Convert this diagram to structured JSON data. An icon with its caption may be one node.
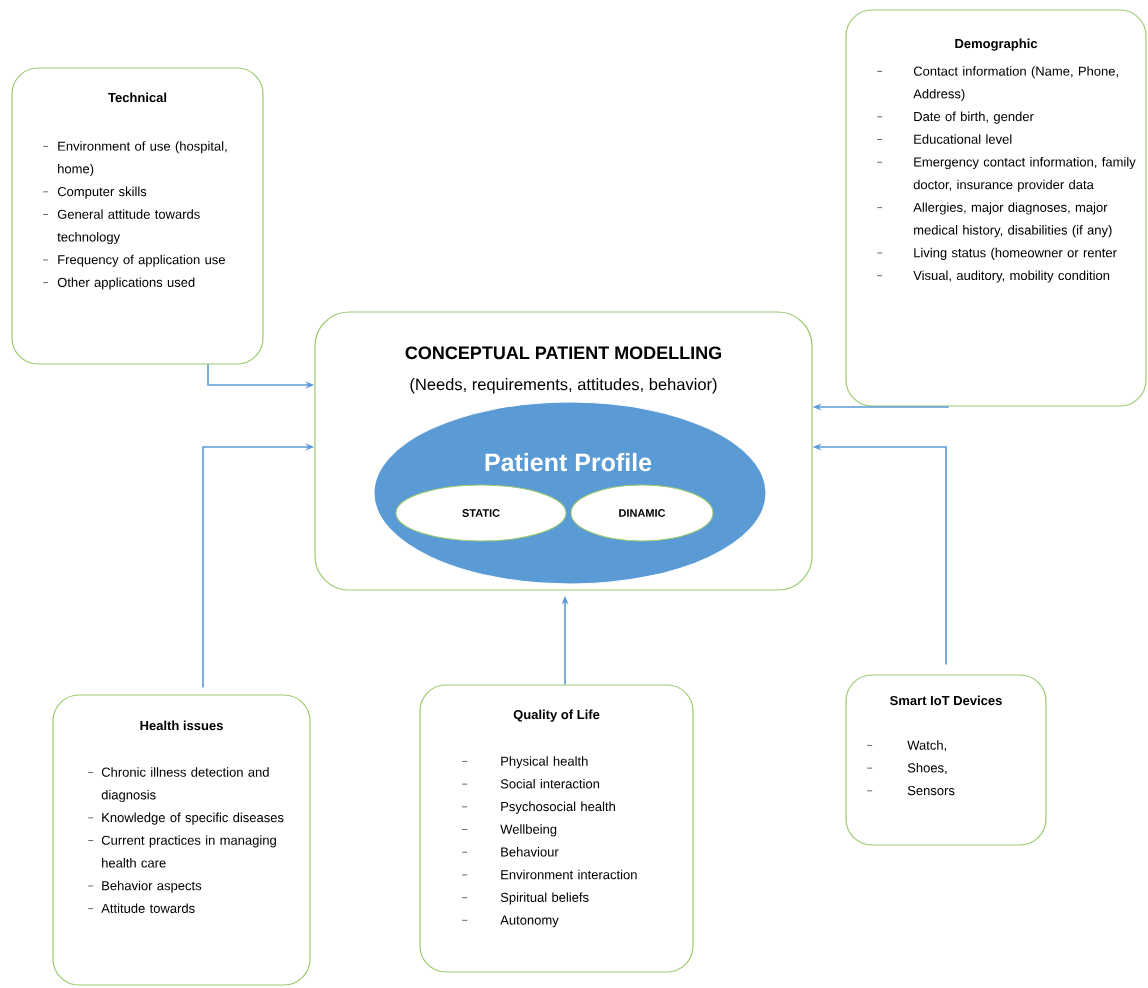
{
  "diagram": {
    "nodes": [
      {
        "text": [
          "Technical",
          "Environment of use (hospital, home)",
          "Computer skills",
          "General attitude towards technology",
          "Frequency of application use",
          "Other applications used"
        ]
      },
      {
        "text": [
          "Demographic",
          "Contact information (Name, Phone, Address)",
          "Date of birth, gender",
          "Educational level",
          "Emergency contact information, family doctor, insurance provider data",
          "Allergies, major diagnoses, major medical history, disabilities (if any)",
          "Living status (homeowner or renter",
          "Visual, auditory, mobility condition"
        ]
      },
      {
        "text": [
          "CONCEPTUAL PATIENT MODELLING",
          "(Needs, requirements, attitudes, behavior)"
        ]
      },
      {
        "text": [
          "Patient Profile"
        ],
        "in": 2
      },
      {
        "text": [
          "STATIC"
        ],
        "in": 3
      },
      {
        "text": [
          "DINAMIC"
        ],
        "in": 3
      },
      {
        "text": [
          "Health issues",
          "Chronic illness detection and diagnosis",
          "Knowledge of specific diseases",
          "Current practices in managing health care",
          "Behavior aspects",
          "Attitude towards"
        ]
      },
      {
        "text": [
          "Quality of Life",
          "Physical health",
          "Social interaction",
          "Psychosocial health",
          "Wellbeing",
          "Behaviour",
          "Environment interaction",
          "Spiritual beliefs",
          "Autonomy"
        ]
      },
      {
        "text": [
          "Smart IoT Devices",
          "Watch,",
          "Shoes,",
          "Sensors"
        ]
      }
    ],
    "edges": [
      {
        "from": 0,
        "to": 2,
        "arrow": "to"
      },
      {
        "from": 1,
        "to": 2,
        "arrow": "to"
      },
      {
        "from": 6,
        "to": 2,
        "arrow": "to"
      },
      {
        "from": 7,
        "to": 2,
        "arrow": "to"
      },
      {
        "from": 8,
        "to": 2,
        "arrow": "to"
      }
    ]
  }
}
